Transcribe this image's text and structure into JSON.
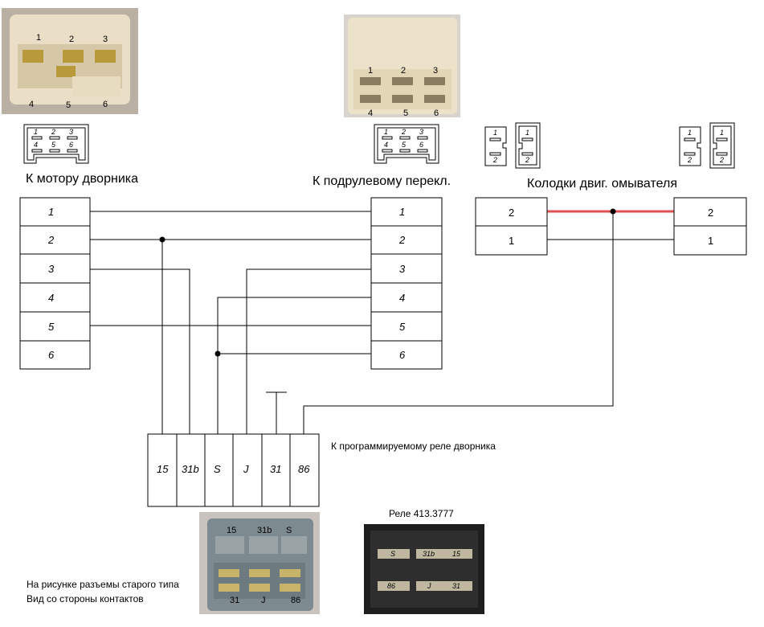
{
  "labels": {
    "wiper_motor": "К мотору дворника",
    "column_switch": "К подрулевому перекл.",
    "washer_blocks": "Колодки двиг. омывателя",
    "relay_conn": "К программируемому реле дворника",
    "relay_name": "Реле 413.3777",
    "note_line1": "На рисунке разъемы старого типа",
    "note_line2": "Вид со стороны контактов"
  },
  "wiper_motor_pins": [
    "1",
    "2",
    "3",
    "4",
    "5",
    "6"
  ],
  "column_switch_pins": [
    "1",
    "2",
    "3",
    "4",
    "5",
    "6"
  ],
  "washer_left_pins": [
    "2",
    "1"
  ],
  "washer_right_pins": [
    "2",
    "1"
  ],
  "relay_pins": [
    "15",
    "31b",
    "S",
    "J",
    "31",
    "86"
  ],
  "photo1_labels": [
    "1",
    "2",
    "3",
    "4",
    "5",
    "6"
  ],
  "photo2_labels": [
    "1",
    "2",
    "3",
    "4",
    "5",
    "6"
  ],
  "photo3_labels": [
    "15",
    "31b",
    "S",
    "31",
    "J",
    "86"
  ],
  "photo4_labels": [
    "S",
    "31b",
    "15",
    "86",
    "J",
    "31"
  ],
  "mini_conn_labels": [
    "1",
    "2",
    "3",
    "4",
    "5",
    "6"
  ],
  "mini_washer_labels": [
    "1",
    "2"
  ],
  "colors": {
    "wire": "#000000",
    "red_wire": "#e05050",
    "box_border": "#000000"
  }
}
